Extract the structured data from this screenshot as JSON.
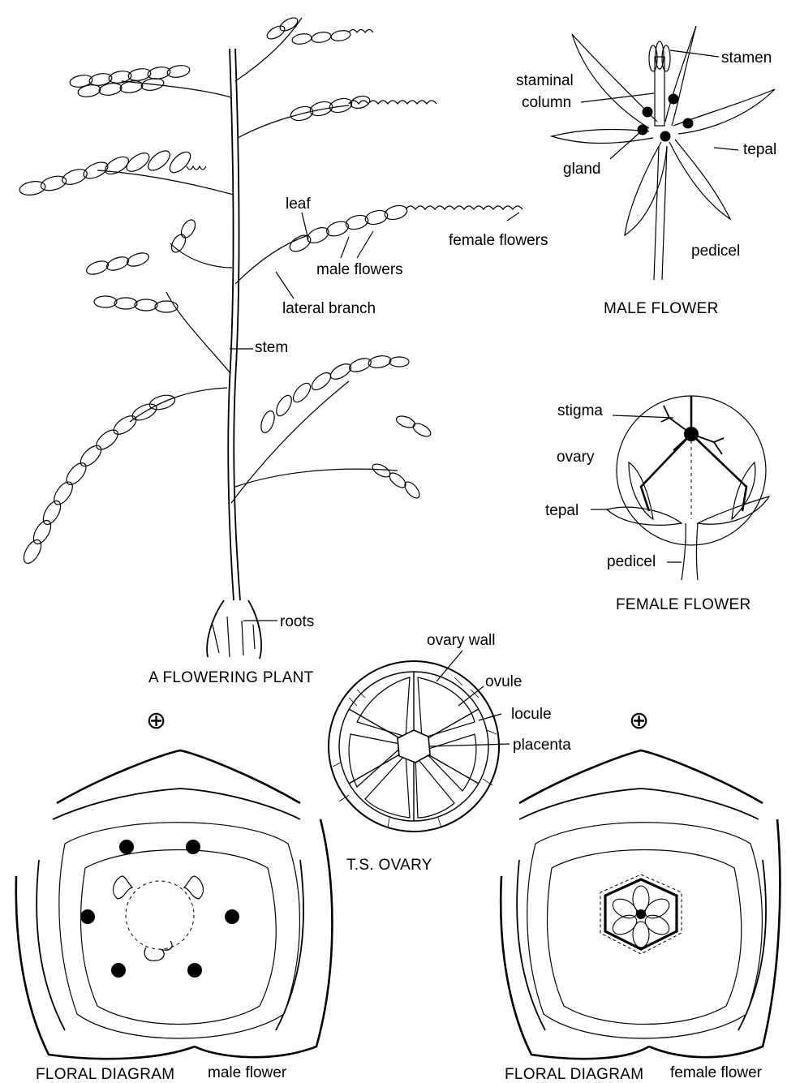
{
  "plant": {
    "caption": "A FLOWERING PLANT",
    "labels": {
      "leaf": "leaf",
      "female_flowers": "female flowers",
      "male_flowers": "male flowers",
      "lateral_branch": "lateral branch",
      "stem": "stem",
      "roots": "roots"
    }
  },
  "male_flower": {
    "caption": "MALE FLOWER",
    "labels": {
      "stamen": "stamen",
      "staminal": "staminal",
      "column": "column",
      "tepal": "tepal",
      "gland": "gland",
      "pedicel": "pedicel"
    }
  },
  "female_flower": {
    "caption": "FEMALE FLOWER",
    "labels": {
      "stigma": "stigma",
      "ovary": "ovary",
      "tepal": "tepal",
      "pedicel": "pedicel"
    }
  },
  "ts_ovary": {
    "caption": "T.S. OVARY",
    "labels": {
      "ovary_wall": "ovary wall",
      "ovule": "ovule",
      "locule": "locule",
      "placenta": "placenta"
    }
  },
  "floral_male": {
    "caption": "FLORAL DIAGRAM",
    "subcaption": "male flower",
    "symbol": "⊕"
  },
  "floral_female": {
    "caption": "FLORAL DIAGRAM",
    "subcaption": "female flower",
    "symbol": "⊕"
  }
}
